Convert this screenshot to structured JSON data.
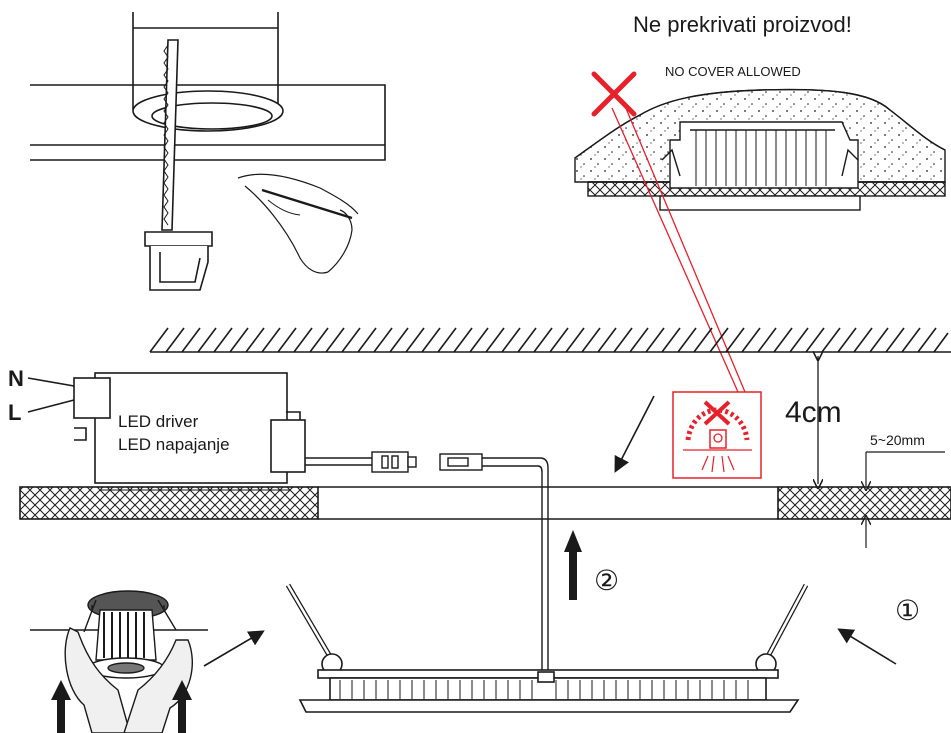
{
  "warning": {
    "title": "Ne prekrivati proizvod!",
    "subtitle": "NO COVER ALLOWED"
  },
  "driver": {
    "line1": "LED driver",
    "line2": "LED napajanje",
    "terminal_n": "N",
    "terminal_l": "L"
  },
  "dimensions": {
    "clearance": "4cm",
    "ceiling_thickness": "5~20mm"
  },
  "steps": {
    "step1": "①",
    "step2": "②"
  },
  "colors": {
    "warning": "#e8202a",
    "line": "#1a1a1a"
  }
}
